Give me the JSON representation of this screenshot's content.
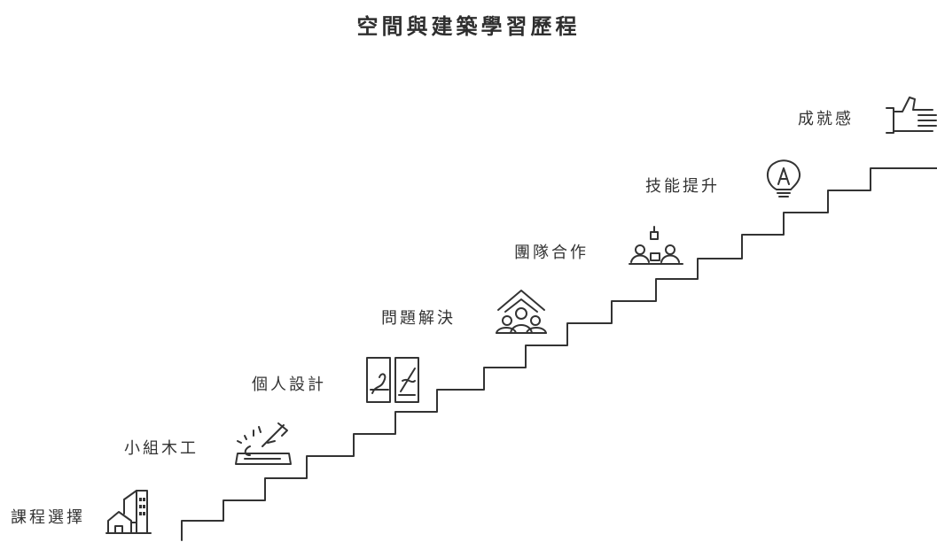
{
  "title": "空間與建築學習歷程",
  "colors": {
    "ink": "#333333",
    "background": "#ffffff"
  },
  "steps": [
    {
      "label": "課程選擇",
      "icon": "buildings-icon"
    },
    {
      "label": "小組木工",
      "icon": "woodworking-icon"
    },
    {
      "label": "個人設計",
      "icon": "design-panels-icon"
    },
    {
      "label": "問題解決",
      "icon": "group-arrow-icon"
    },
    {
      "label": "團隊合作",
      "icon": "team-table-icon"
    },
    {
      "label": "技能提升",
      "icon": "lightbulb-icon"
    },
    {
      "label": "成就感",
      "icon": "thumbs-up-icon"
    }
  ]
}
